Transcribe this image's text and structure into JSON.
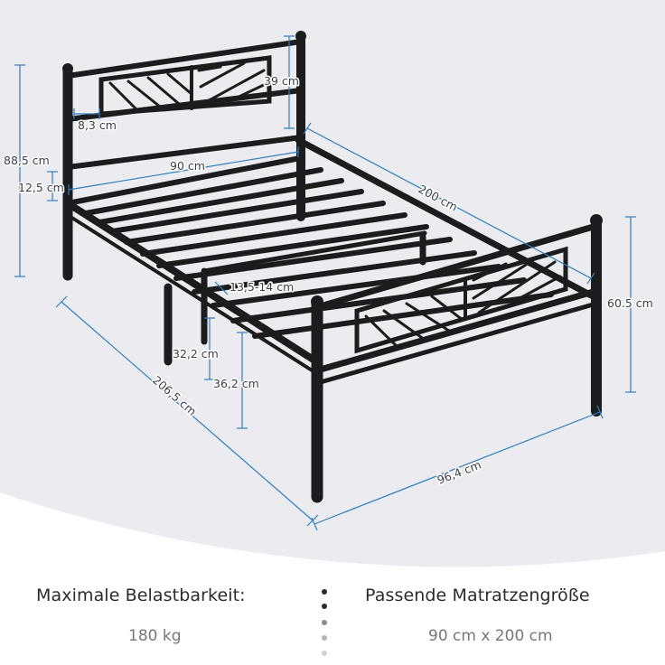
{
  "dimensions": {
    "headboard_panel": "39 cm",
    "panel_gap": "8,3 cm",
    "total_height": "88,5 cm",
    "headboard_offset": "12,5 cm",
    "inner_width": "90 cm",
    "inner_length": "200 cm",
    "footboard_height": "60.5 cm",
    "slat_spacing": "13,5-14 cm",
    "floor_clearance": "32,2 cm",
    "frame_height": "36,2 cm",
    "total_length": "206,5 cm",
    "total_width": "96,4 cm"
  },
  "specs": {
    "max_load_label": "Maximale Belastbarkeit:",
    "max_load_value": "180 kg",
    "mattress_label": "Passende Matratzengröße",
    "mattress_value": "90 cm x 200 cm"
  },
  "colors": {
    "frame": "#1c1c1c",
    "dimension_line": "#2f7fc1",
    "background_shade": "#ececf0"
  }
}
